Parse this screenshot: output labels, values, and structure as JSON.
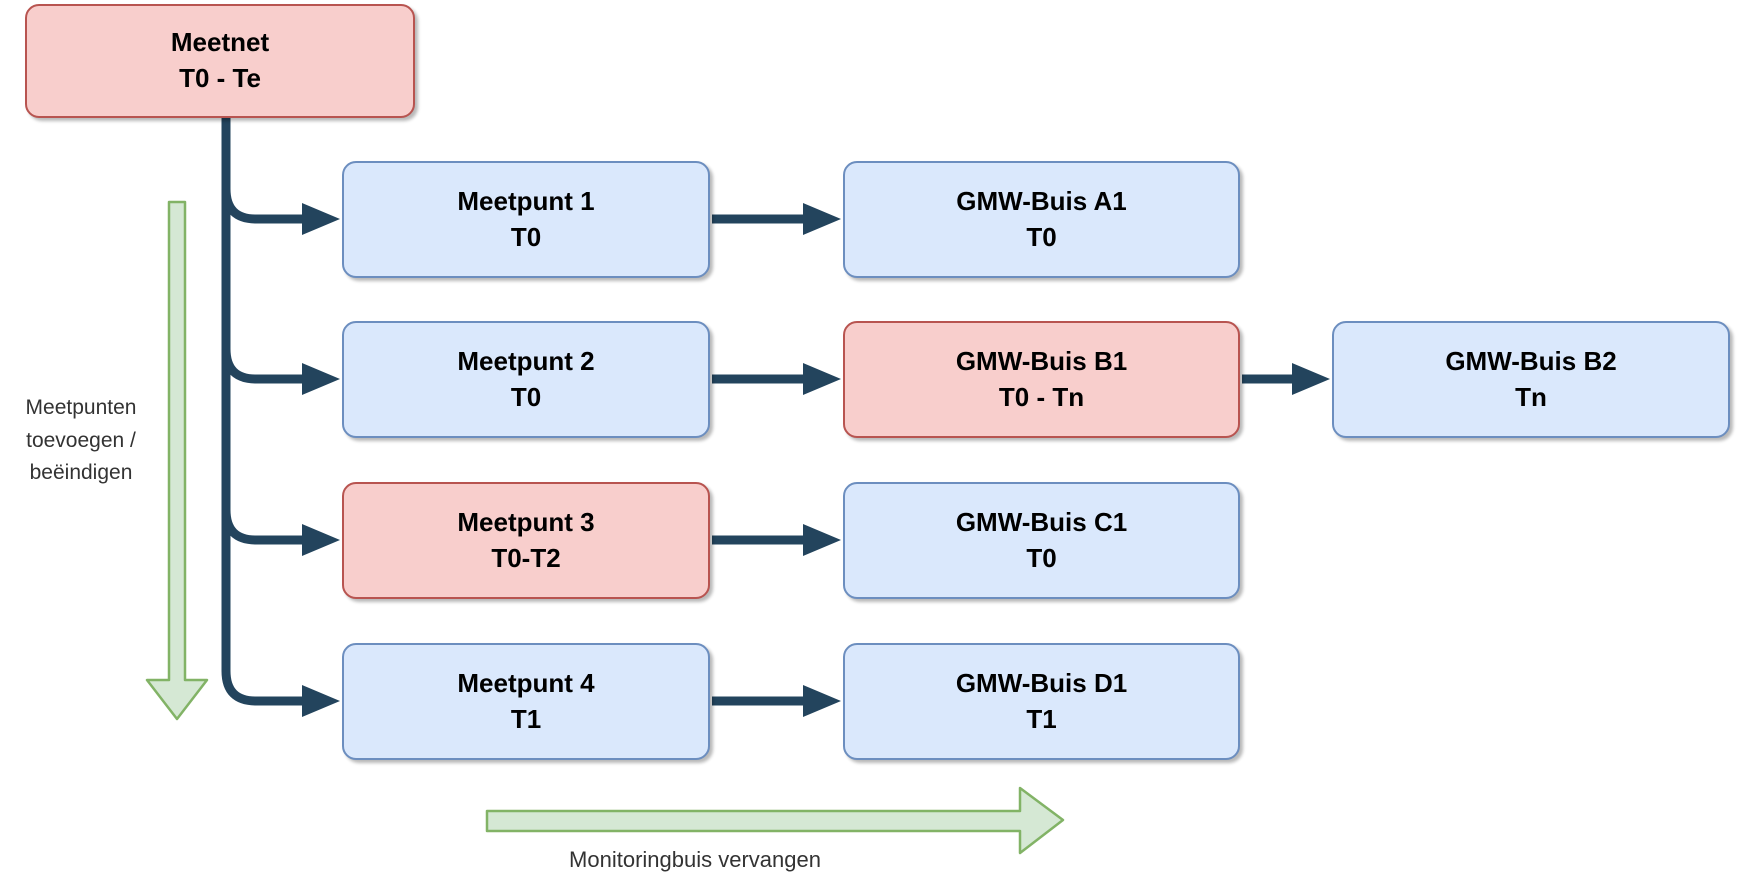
{
  "colors": {
    "red-fill": "#f8cecc",
    "red-stroke": "#b85450",
    "blue-fill": "#dae8fc",
    "blue-stroke": "#6c8ebf",
    "green-fill": "#d5e8d4",
    "green-stroke": "#82b366",
    "connector": "#23445d",
    "text": "#000000",
    "label-text": "#333333"
  },
  "nodes": {
    "meetnet": {
      "title": "Meetnet",
      "subtitle": "T0 - Te"
    },
    "meetpunt1": {
      "title": "Meetpunt 1",
      "subtitle": "T0"
    },
    "meetpunt2": {
      "title": "Meetpunt 2",
      "subtitle": "T0"
    },
    "meetpunt3": {
      "title": "Meetpunt 3",
      "subtitle": "T0-T2"
    },
    "meetpunt4": {
      "title": "Meetpunt 4",
      "subtitle": "T1"
    },
    "gmw_a1": {
      "title": "GMW-Buis A1",
      "subtitle": "T0"
    },
    "gmw_b1": {
      "title": "GMW-Buis B1",
      "subtitle": "T0 - Tn"
    },
    "gmw_c1": {
      "title": "GMW-Buis C1",
      "subtitle": "T0"
    },
    "gmw_d1": {
      "title": "GMW-Buis D1",
      "subtitle": "T1"
    },
    "gmw_b2": {
      "title": "GMW-Buis B2",
      "subtitle": "Tn"
    }
  },
  "labels": {
    "left_arrow": "Meetpunten\ntoevoegen /\nbeëindigen",
    "bottom_arrow": "Monitoringbuis vervangen"
  }
}
